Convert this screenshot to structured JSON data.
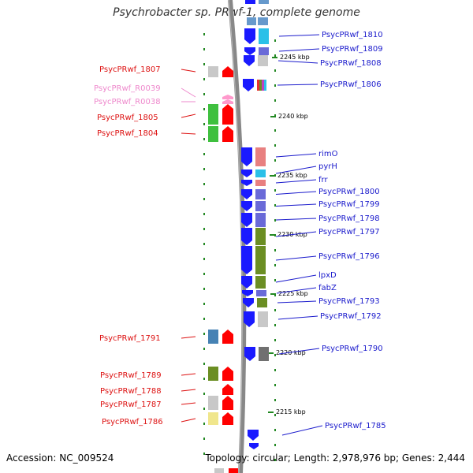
{
  "title": "Psychrobacter sp. PRwf-1, complete genome",
  "accession": "Accession: NC_009524",
  "topology": "Topology: circular; Length: 2,978,976 bp; Genes: 2,444",
  "scale_labels": [
    "2245 kbp",
    "2240 kbp",
    "2235 kbp",
    "2230 kbp",
    "2225 kbp",
    "2220 kbp",
    "2215 kbp"
  ],
  "colors": {
    "forward_label": "#1a1acc",
    "reverse_label": "#dd1111",
    "rna_label": "#ee88cc",
    "arrow_forward": "#1a1aff",
    "arrow_reverse": "#ff0000",
    "backbone": "#888888",
    "tick": "#228822"
  },
  "forward_genes": [
    {
      "name": "PsycPRwf_1810",
      "cog": "#2bc0e8"
    },
    {
      "name": "PsycPRwf_1809",
      "cog": "#6a6ad8"
    },
    {
      "name": "PsycPRwf_1808",
      "cog": "#c8c8c8"
    },
    {
      "name": "PsycPRwf_1806",
      "cog": "multi"
    },
    {
      "name": "rimO",
      "cog": "#e88080"
    },
    {
      "name": "pyrH",
      "cog": "#2bc0e8"
    },
    {
      "name": "frr",
      "cog": "#e88080"
    },
    {
      "name": "PsycPRwf_1800",
      "cog": "#6a6ad8"
    },
    {
      "name": "PsycPRwf_1799",
      "cog": "#6a6ad8"
    },
    {
      "name": "PsycPRwf_1798",
      "cog": "#6a6ad8"
    },
    {
      "name": "PsycPRwf_1797",
      "cog": "#6b8e23"
    },
    {
      "name": "PsycPRwf_1796",
      "cog": "#6b8e23"
    },
    {
      "name": "lpxD",
      "cog": "#6b8e23"
    },
    {
      "name": "fabZ",
      "cog": "#6a6ad8"
    },
    {
      "name": "PsycPRwf_1793",
      "cog": "#6b8e23"
    },
    {
      "name": "PsycPRwf_1792",
      "cog": "#c8c8c8"
    },
    {
      "name": "PsycPRwf_1790",
      "cog": "#707070"
    },
    {
      "name": "PsycPRwf_1785",
      "cog": ""
    }
  ],
  "reverse_genes": [
    {
      "name": "PsycPRwf_1807",
      "cog": "#c8c8c8"
    },
    {
      "name": "PsycPRwf_R0039",
      "cog": ""
    },
    {
      "name": "PsycPRwf_R0038",
      "cog": ""
    },
    {
      "name": "PsycPRwf_1805",
      "cog": "#3fc03f"
    },
    {
      "name": "PsycPRwf_1804",
      "cog": "#3fc03f"
    },
    {
      "name": "PsycPRwf_1791",
      "cog": "#4682b4"
    },
    {
      "name": "PsycPRwf_1789",
      "cog": "#6b8e23"
    },
    {
      "name": "PsycPRwf_1788",
      "cog": ""
    },
    {
      "name": "PsycPRwf_1787",
      "cog": "#c8c8c8"
    },
    {
      "name": "PsycPRwf_1786",
      "cog": "#f0e68c"
    }
  ]
}
